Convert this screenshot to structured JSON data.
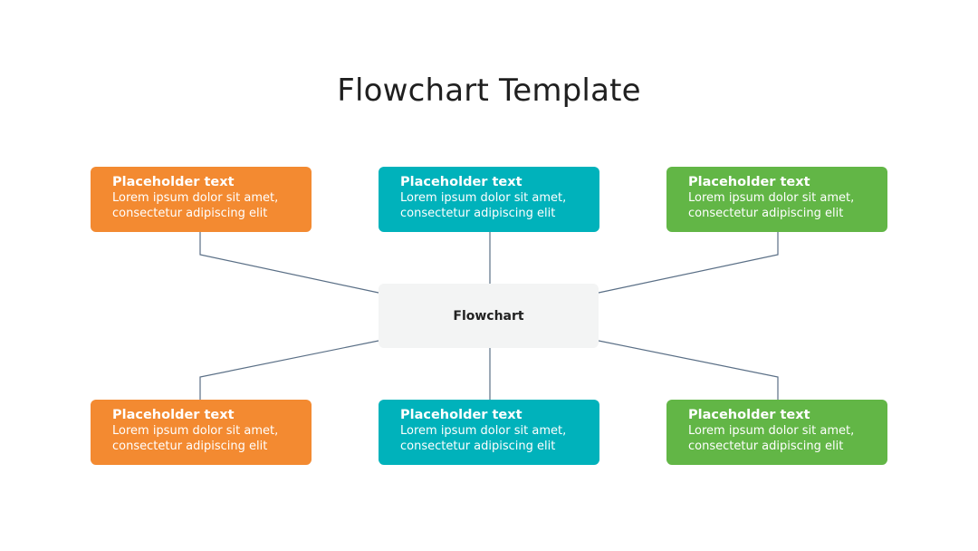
{
  "title": "Flowchart Template",
  "center": {
    "label": "Flowchart",
    "color": "#f3f4f4"
  },
  "connector_color": "#5a6f86",
  "nodes": [
    {
      "heading": "Placeholder text",
      "body": "Lorem ipsum dolor sit amet,\nconsectetur adipiscing elit",
      "color": "#f38a31"
    },
    {
      "heading": "Placeholder text",
      "body": "Lorem ipsum dolor sit amet,\nconsectetur adipiscing elit",
      "color": "#00b2bb"
    },
    {
      "heading": "Placeholder text",
      "body": "Lorem ipsum dolor sit amet,\nconsectetur adipiscing elit",
      "color": "#62b646"
    },
    {
      "heading": "Placeholder text",
      "body": "Lorem ipsum dolor sit amet,\nconsectetur adipiscing elit",
      "color": "#f38a31"
    },
    {
      "heading": "Placeholder text",
      "body": "Lorem ipsum dolor sit amet,\nconsectetur adipiscing elit",
      "color": "#00b2bb"
    },
    {
      "heading": "Placeholder text",
      "body": "Lorem ipsum dolor sit amet,\nconsectetur adipiscing elit",
      "color": "#62b646"
    }
  ]
}
